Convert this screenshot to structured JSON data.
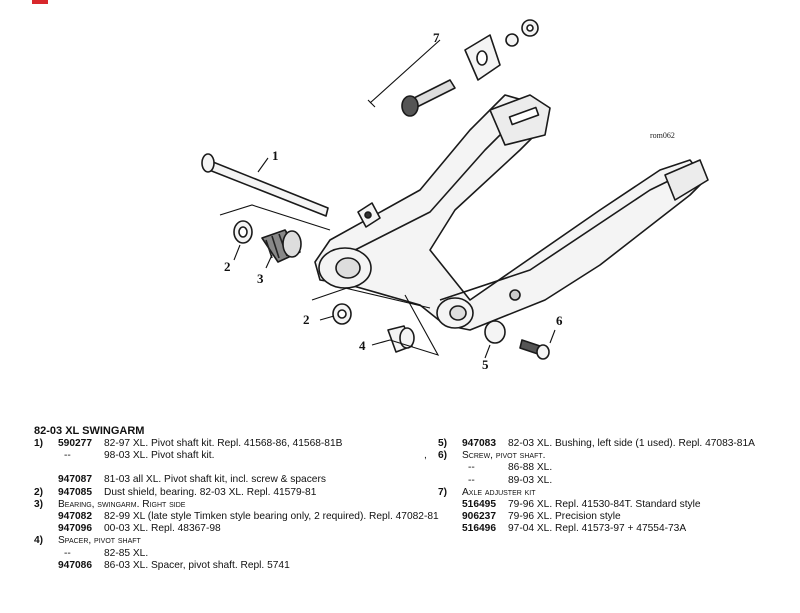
{
  "diagram": {
    "code": "rom062",
    "callouts": [
      "1",
      "2",
      "3",
      "2",
      "4",
      "5",
      "6",
      "7"
    ]
  },
  "parts": {
    "title": "82-03 XL SWINGARM",
    "left": [
      {
        "num": "1)",
        "pn": "590277",
        "desc": "82-97 XL. Pivot shaft kit. Repl. 41568-86, 41568-81B"
      },
      {
        "dash": "--",
        "desc": "98-03 XL. Pivot shaft kit."
      },
      {
        "pn": "947087",
        "desc": "81-03 all XL. Pivot shaft kit, incl. screw & spacers"
      },
      {
        "num": "2)",
        "pn": "947085",
        "desc": "Dust shield, bearing. 82-03 XL. Repl. 41579-81"
      },
      {
        "num": "3)",
        "header": "Bearing, swingarm. Right side"
      },
      {
        "pn": "947082",
        "desc": "82-99 XL (late style Timken style bearing only, 2 required). Repl. 47082-81"
      },
      {
        "pn": "947096",
        "desc": "00-03 XL. Repl. 48367-98"
      },
      {
        "num": "4)",
        "header": "Spacer, pivot shaft"
      },
      {
        "dash": "--",
        "desc": "82-85 XL."
      },
      {
        "pn": "947086",
        "desc": "86-03 XL. Spacer, pivot shaft. Repl. 5741"
      }
    ],
    "right": [
      {
        "num": "5)",
        "pn": "947083",
        "desc": "82-03 XL. Bushing, left side (1 used). Repl. 47083-81A"
      },
      {
        "num": "6)",
        "header": "Screw, pivot shaft.",
        "prefix": ","
      },
      {
        "dash": "--",
        "desc": "86-88 XL."
      },
      {
        "dash": "--",
        "desc": "89-03 XL."
      },
      {
        "num": "7)",
        "header": "Axle adjuster kit"
      },
      {
        "pn": "516495",
        "desc": "79-96 XL. Repl. 41530-84T. Standard style"
      },
      {
        "pn": "906237",
        "desc": "79-96 XL. Precision style"
      },
      {
        "pn": "516496",
        "desc": "97-04 XL. Repl. 41573-97 + 47554-73A"
      }
    ]
  }
}
